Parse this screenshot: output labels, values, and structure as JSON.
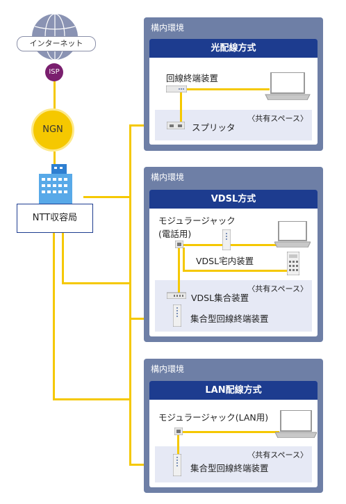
{
  "left": {
    "internet_label": "インターネット",
    "isp_label": "ISP",
    "ngn_label": "NGN",
    "office_label": "NTT収容局"
  },
  "panels": [
    {
      "header": "構内環境",
      "title": "光配線方式",
      "shared_label": "〈共有スペース〉",
      "labels": {
        "device": "回線終端装置",
        "splitter": "スプリッタ"
      }
    },
    {
      "header": "構内環境",
      "title": "VDSL方式",
      "shared_label": "〈共有スペース〉",
      "labels": {
        "jack_line1": "モジュラージャック",
        "jack_line2": "(電話用)",
        "vdsl_home": "VDSL宅内装置",
        "vdsl_shared": "VDSL集合装置",
        "collective": "集合型回線終端装置"
      }
    },
    {
      "header": "構内環境",
      "title": "LAN配線方式",
      "shared_label": "〈共有スペース〉",
      "labels": {
        "jack": "モジュラージャック(LAN用)",
        "collective": "集合型回線終端装置"
      }
    }
  ],
  "colors": {
    "line": "#f5c800",
    "panel": "#6e7fa6",
    "title_bar": "#1d3c8f",
    "shared": "#e6e9f5",
    "isp": "#7a1f6e"
  }
}
